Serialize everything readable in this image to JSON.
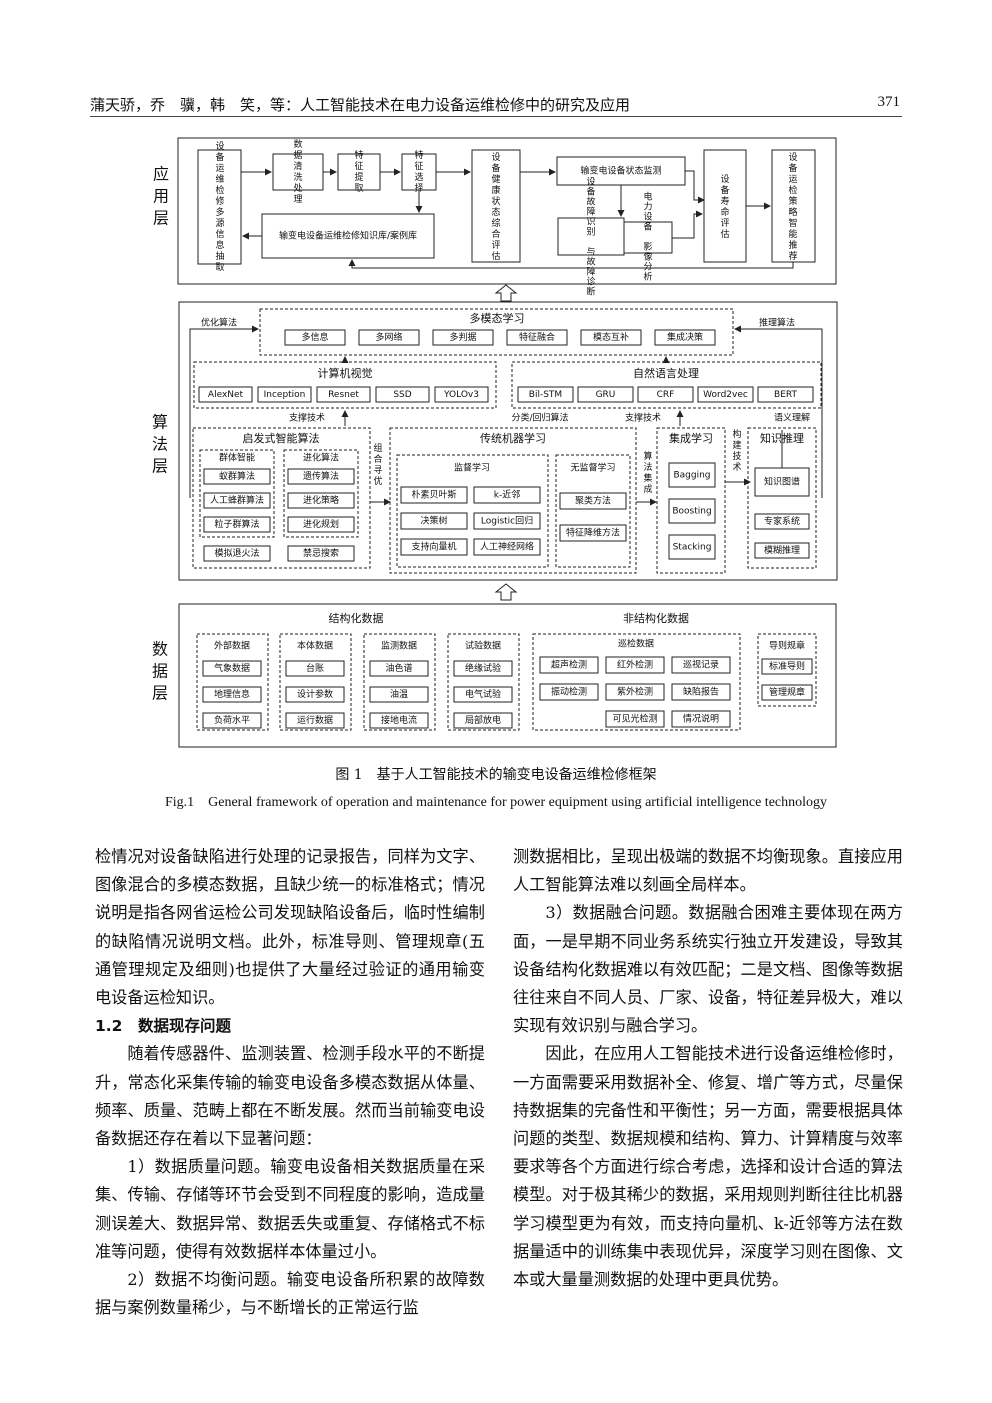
{
  "header": {
    "left": "蒲天骄，乔　骥，韩　笑，等：人工智能技术在电力设备运维检修中的研究及应用",
    "page": "371"
  },
  "figure": {
    "app_layer": {
      "title": "应用层",
      "blocks": {
        "source": "设备运维检修多源信息抽取",
        "clean": "数据清洗处理",
        "feat_extract": "特征提取",
        "feat_select": "特征选择",
        "health": "设备健康状态综合评估",
        "monitor": "输变电设备状态监测",
        "fault": "设备故障识别与故障诊断",
        "grid": "电力设备影像分析",
        "life": "设备寿命评估",
        "strategy": "设备运检策略智能推荐",
        "kb": "输变电设备运维检修知识库/案例库"
      }
    },
    "algo_layer": {
      "title": "算法层",
      "multimodal": "多模态学习",
      "multimodal_items": [
        "多信息",
        "多网络",
        "多判据",
        "特征融合",
        "模态互补",
        "集成决策"
      ],
      "opt_label": "优化算法",
      "infer_label": "推理算法",
      "cv": "计算机视觉",
      "cv_items": [
        "AlexNet",
        "Inception",
        "Resnet",
        "SSD",
        "YOLOv3"
      ],
      "nlp": "自然语言处理",
      "nlp_items": [
        "Bil-STM",
        "GRU",
        "CRF",
        "Word2vec",
        "BERT"
      ],
      "support_tech": "支撑技术",
      "support_tech2": "支撑技术",
      "class_regress": "分类/回归算法",
      "lang_understand": "语义理解",
      "heuristic": "启发式智能算法",
      "swarm": "群体智能",
      "swarm_items": [
        "蚁群算法",
        "人工蜂群算法",
        "粒子群算法"
      ],
      "evolve": "进化算法",
      "evolve_items": [
        "遗传算法",
        "进化策略",
        "进化规划"
      ],
      "heur_extra": [
        "模拟退火法",
        "禁忌搜索"
      ],
      "param_opt": "组合寻优",
      "traditional": "传统机器学习",
      "supervised": "监督学习",
      "sup_items": [
        "朴素贝叶斯",
        "k-近邻",
        "决策树",
        "Logistic回归",
        "支持向量机",
        "人工神经网络"
      ],
      "unsupervised": "无监督学习",
      "unsup_items": [
        "聚类方法",
        "特征降维方法"
      ],
      "algo_integ": "算法集成",
      "ensemble": "集成学习",
      "ens_items": [
        "Bagging",
        "Boosting",
        "Stacking"
      ],
      "construct": "构建技术",
      "knowledge": "知识推理",
      "kn_items": [
        "知识图谱",
        "专家系统",
        "模糊推理"
      ]
    },
    "data_layer": {
      "title": "数据层",
      "structured": "结构化数据",
      "unstructured": "非结构化数据",
      "groups": [
        {
          "title": "外部数据",
          "items": [
            "气象数据",
            "地理信息",
            "负荷水平"
          ]
        },
        {
          "title": "本体数据",
          "items": [
            "台账",
            "设计参数",
            "运行数据"
          ]
        },
        {
          "title": "监测数据",
          "items": [
            "油色谱",
            "油温",
            "接地电流"
          ]
        },
        {
          "title": "试验数据",
          "items": [
            "绝缘试验",
            "电气试验",
            "局部放电"
          ]
        }
      ],
      "inspect": "巡检数据",
      "inspect_items": [
        "超声检测",
        "红外检测",
        "巡视记录",
        "振动检测",
        "紫外检测",
        "缺陷报告",
        "可见光检测",
        "情况说明"
      ],
      "guide": "导则规章",
      "guide_items": [
        "标准导则",
        "管理规章"
      ]
    },
    "caption_cn": "图 1　基于人工智能技术的输变电设备运维检修框架",
    "caption_en": "Fig.1　General framework of operation and maintenance for power equipment using artificial intelligence technology"
  },
  "body_left": {
    "p1": "检情况对设备缺陷进行处理的记录报告，同样为文字、图像混合的多模态数据，且缺少统一的标准格式；情况说明是指各网省运检公司发现缺陷设备后，临时性编制的缺陷情况说明文档。此外，标准导则、管理规章(五通管理规定及细则)也提供了大量经过验证的通用输变电设备运检知识。",
    "sec": "1.2　数据现存问题",
    "p2": "随着传感器件、监测装置、检测手段水平的不断提升，常态化采集传输的输变电设备多模态数据从体量、频率、质量、范畴上都在不断发展。然而当前输变电设备数据还存在着以下显著问题：",
    "p3": "1）数据质量问题。输变电设备相关数据质量在采集、传输、存储等环节会受到不同程度的影响，造成量测误差大、数据异常、数据丢失或重复、存储格式不标准等问题，使得有效数据样本体量过小。",
    "p4": "2）数据不均衡问题。输变电设备所积累的故障数据与案例数量稀少，与不断增长的正常运行监"
  },
  "body_right": {
    "p1": "测数据相比，呈现出极端的数据不均衡现象。直接应用人工智能算法难以刻画全局样本。",
    "p2": "3）数据融合问题。数据融合困难主要体现在两方面，一是早期不同业务系统实行独立开发建设，导致其设备结构化数据难以有效匹配；二是文档、图像等数据往往来自不同人员、厂家、设备，特征差异极大，难以实现有效识别与融合学习。",
    "p3": "因此，在应用人工智能技术进行设备运维检修时，一方面需要采用数据补全、修复、增广等方式，尽量保持数据集的完备性和平衡性；另一方面，需要根据具体问题的类型、数据规模和结构、算力、计算精度与效率要求等各个方面进行综合考虑，选择和设计合适的算法模型。对于极其稀少的数据，采用规则判断往往比机器学习模型更为有效，而支持向量机、k-近邻等方法在数据量适中的训练集中表现优异，深度学习则在图像、文本或大量量测数据的处理中更具优势。"
  }
}
